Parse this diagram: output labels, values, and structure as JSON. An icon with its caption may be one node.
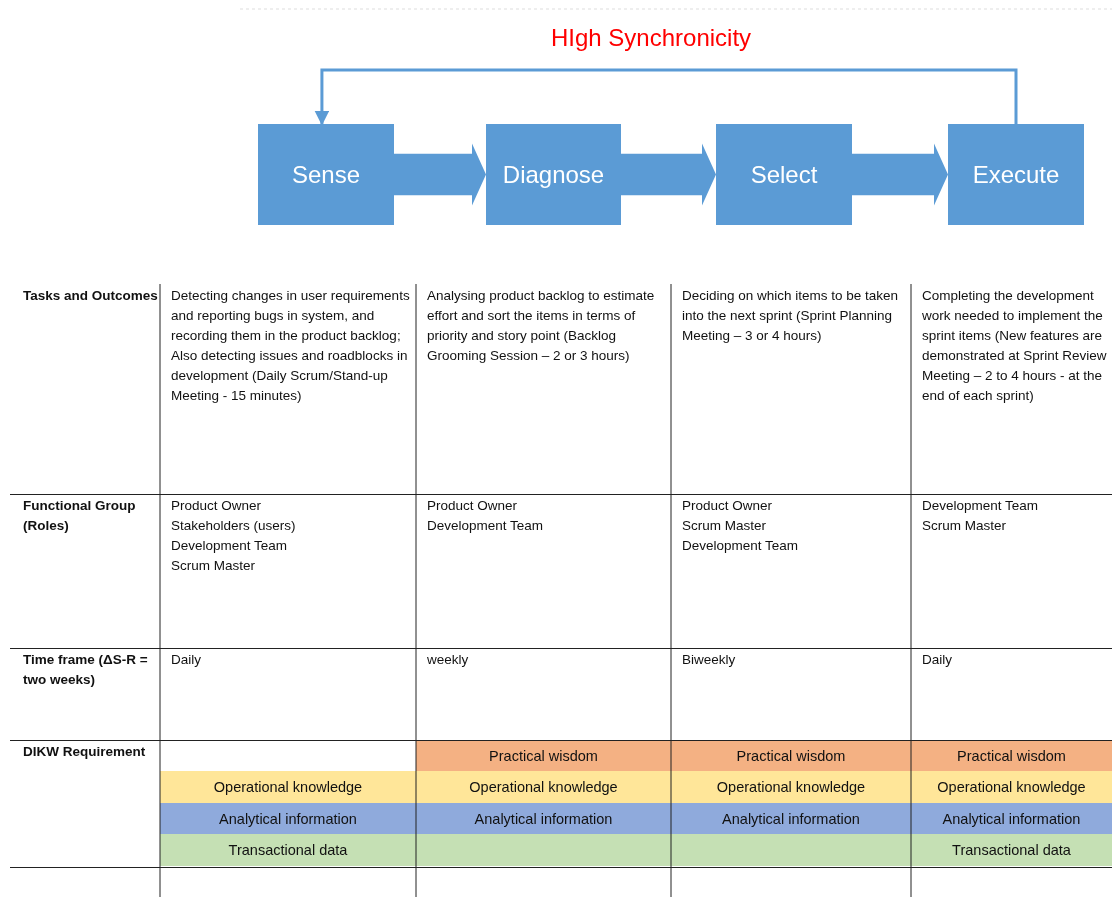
{
  "diagram": {
    "title": "HIgh Synchronicity",
    "nodes": [
      {
        "text": [
          "Sense"
        ]
      },
      {
        "text": [
          "Diagnose"
        ]
      },
      {
        "text": [
          "Select"
        ]
      },
      {
        "text": [
          "Execute"
        ]
      }
    ],
    "edges": [
      {
        "from": 0,
        "to": 1,
        "arrow": "to",
        "style": "thick"
      },
      {
        "from": 1,
        "to": 2,
        "arrow": "to",
        "style": "thick"
      },
      {
        "from": 2,
        "to": 3,
        "arrow": "to",
        "style": "thick"
      },
      {
        "from": 3,
        "to": 0,
        "arrow": "to"
      }
    ],
    "labels": [
      "Tasks and Outcomes",
      "Detecting changes in user requirements and reporting bugs in system, and recording them in the product backlog; Also detecting issues and roadblocks in development (Daily Scrum/Stand-up Meeting - 15 minutes)",
      "Analysing product backlog to estimate effort and sort the items in terms of priority and story point (Backlog Grooming Session – 2 or 3 hours)",
      "Deciding on which items to be taken into the next sprint (Sprint Planning Meeting – 3 or 4 hours)",
      "Completing the development work needed to implement the sprint items (New features are demonstrated at Sprint Review Meeting – 2 to 4 hours - at the end of each sprint)",
      "Functional Group (Roles)",
      "Product Owner",
      "Stakeholders (users)",
      "Development Team",
      "Scrum Master",
      "Product Owner",
      "Development Team",
      "Product Owner",
      "Scrum Master",
      "Development Team",
      "Development Team",
      "Scrum Master",
      "**Time frame (**ΔS-R = two weeks**)**",
      "Daily",
      "weekly",
      "Biweekly",
      "Daily",
      "DIKW Requirement",
      "Practical wisdom",
      "Practical wisdom",
      "Practical wisdom",
      "Operational knowledge",
      "Operational knowledge",
      "Operational knowledge",
      "Operational knowledge",
      "Analytical information",
      "Analytical information",
      "Analytical information",
      "Analytical information",
      "Transactional data",
      "Transactional data"
    ]
  }
}
